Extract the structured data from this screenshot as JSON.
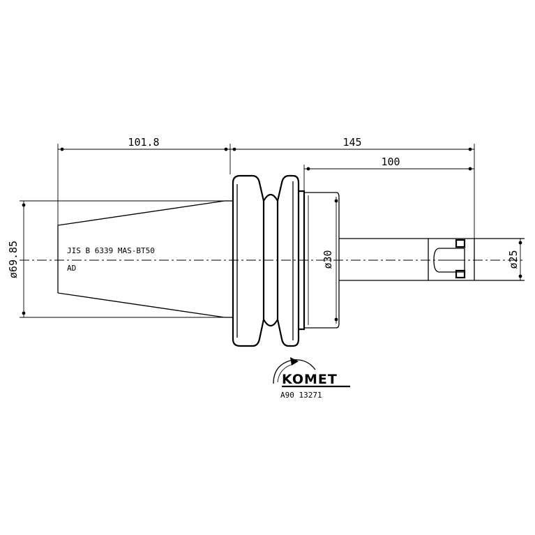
{
  "dimensions": {
    "taper_length": "101.8",
    "overall_length": "145",
    "projection_length": "100",
    "flange_diameter": "ø69.85",
    "body_diameter": "ø30",
    "bore_diameter": "ø25"
  },
  "annotations": {
    "standard_line": "JIS B 6339 MAS-BT50",
    "standard_suffix": "AD"
  },
  "logo": {
    "brand": "KOMET",
    "part_number": "A90 13271"
  }
}
